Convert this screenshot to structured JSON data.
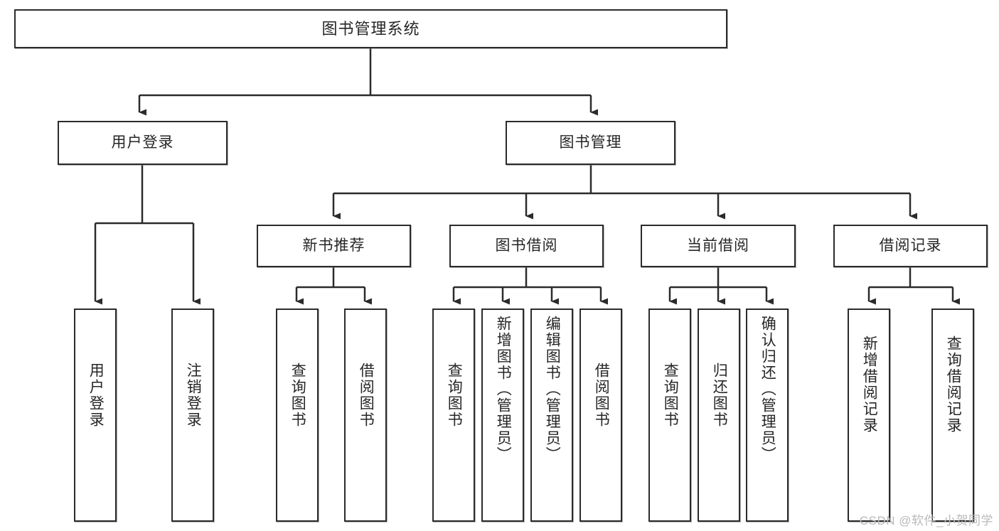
{
  "diagram": {
    "title": "图书管理系统",
    "type": "tree",
    "watermark": "CSDN @软件_小贺同学",
    "line_color": "#2b2b2b",
    "box_fill": "#ffffff",
    "text_color": "#262626"
  },
  "nodes": {
    "root": {
      "label": "图书管理系统"
    },
    "level2": [
      {
        "label": "用户登录"
      },
      {
        "label": "图书管理"
      }
    ],
    "level3": [
      {
        "label": "新书推荐"
      },
      {
        "label": "图书借阅"
      },
      {
        "label": "当前借阅"
      },
      {
        "label": "借阅记录"
      }
    ],
    "leaves": {
      "user_login": [
        {
          "label": "用户登录"
        },
        {
          "label": "注销登录"
        }
      ],
      "new_book_recommend": [
        {
          "label": "查询图书"
        },
        {
          "label": "借阅图书"
        }
      ],
      "book_borrow": [
        {
          "label": "查询图书"
        },
        {
          "label": "新增图书（管理员）"
        },
        {
          "label": "编辑图书（管理员）"
        },
        {
          "label": "借阅图书"
        }
      ],
      "current_borrow": [
        {
          "label": "查询图书"
        },
        {
          "label": "归还图书"
        },
        {
          "label": "确认归还（管理员）"
        }
      ],
      "borrow_record": [
        {
          "label": "新增借阅记录"
        },
        {
          "label": "查询借阅记录"
        }
      ]
    }
  }
}
